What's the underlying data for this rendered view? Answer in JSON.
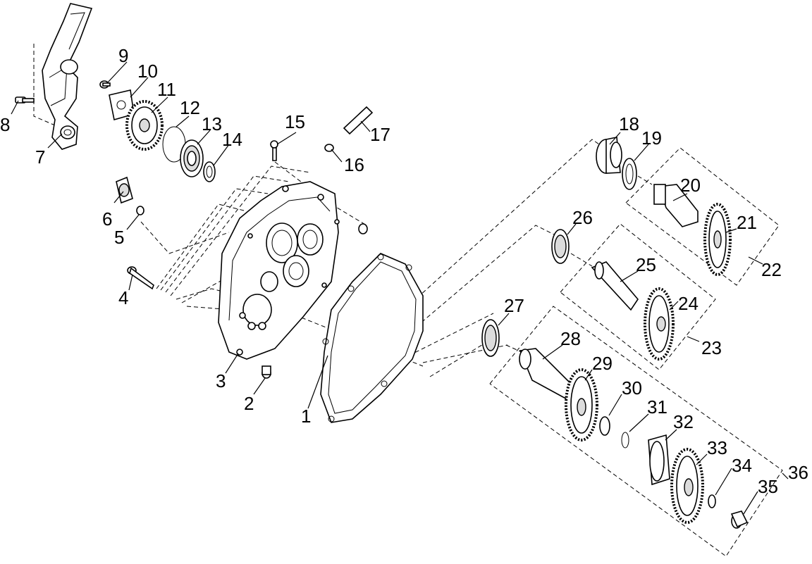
{
  "diagram": {
    "callouts": [
      {
        "id": "c1",
        "text": "1"
      },
      {
        "id": "c2",
        "text": "2"
      },
      {
        "id": "c3",
        "text": "3"
      },
      {
        "id": "c4",
        "text": "4"
      },
      {
        "id": "c5",
        "text": "5"
      },
      {
        "id": "c6",
        "text": "6"
      },
      {
        "id": "c7",
        "text": "7"
      },
      {
        "id": "c8",
        "text": "8"
      },
      {
        "id": "c9",
        "text": "9"
      },
      {
        "id": "c10",
        "text": "10"
      },
      {
        "id": "c11",
        "text": "11"
      },
      {
        "id": "c12",
        "text": "12"
      },
      {
        "id": "c13",
        "text": "13"
      },
      {
        "id": "c14",
        "text": "14"
      },
      {
        "id": "c15",
        "text": "15"
      },
      {
        "id": "c16",
        "text": "16"
      },
      {
        "id": "c17",
        "text": "17"
      },
      {
        "id": "c18",
        "text": "18"
      },
      {
        "id": "c19",
        "text": "19"
      },
      {
        "id": "c20",
        "text": "20"
      },
      {
        "id": "c21",
        "text": "21"
      },
      {
        "id": "c22",
        "text": "22"
      },
      {
        "id": "c23",
        "text": "23"
      },
      {
        "id": "c24",
        "text": "24"
      },
      {
        "id": "c25",
        "text": "25"
      },
      {
        "id": "c26",
        "text": "26"
      },
      {
        "id": "c27",
        "text": "27"
      },
      {
        "id": "c28",
        "text": "28"
      },
      {
        "id": "c29",
        "text": "29"
      },
      {
        "id": "c30",
        "text": "30"
      },
      {
        "id": "c31",
        "text": "31"
      },
      {
        "id": "c32",
        "text": "32"
      },
      {
        "id": "c33",
        "text": "33"
      },
      {
        "id": "c34",
        "text": "34"
      },
      {
        "id": "c35",
        "text": "35"
      },
      {
        "id": "c36",
        "text": "36"
      }
    ]
  }
}
